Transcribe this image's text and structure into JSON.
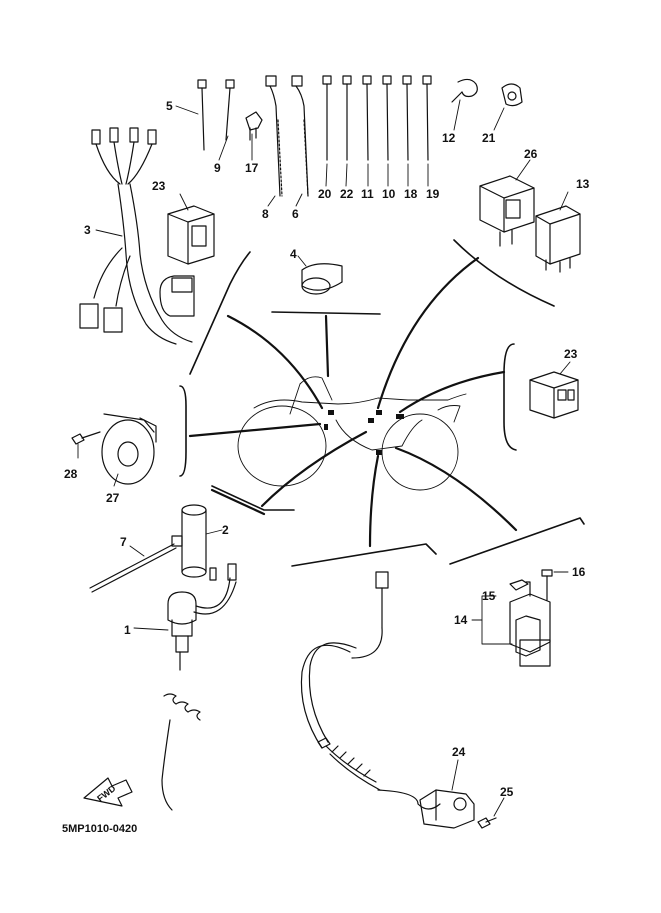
{
  "diagram": {
    "part_code": "5MP1010-0420",
    "fwd_label": "FWD",
    "callouts": [
      "5",
      "9",
      "17",
      "8",
      "6",
      "20",
      "22",
      "11",
      "10",
      "18",
      "19",
      "12",
      "21",
      "26",
      "13",
      "23",
      "3",
      "4",
      "23",
      "28",
      "27",
      "2",
      "7",
      "1",
      "16",
      "15",
      "14",
      "24",
      "25"
    ]
  }
}
